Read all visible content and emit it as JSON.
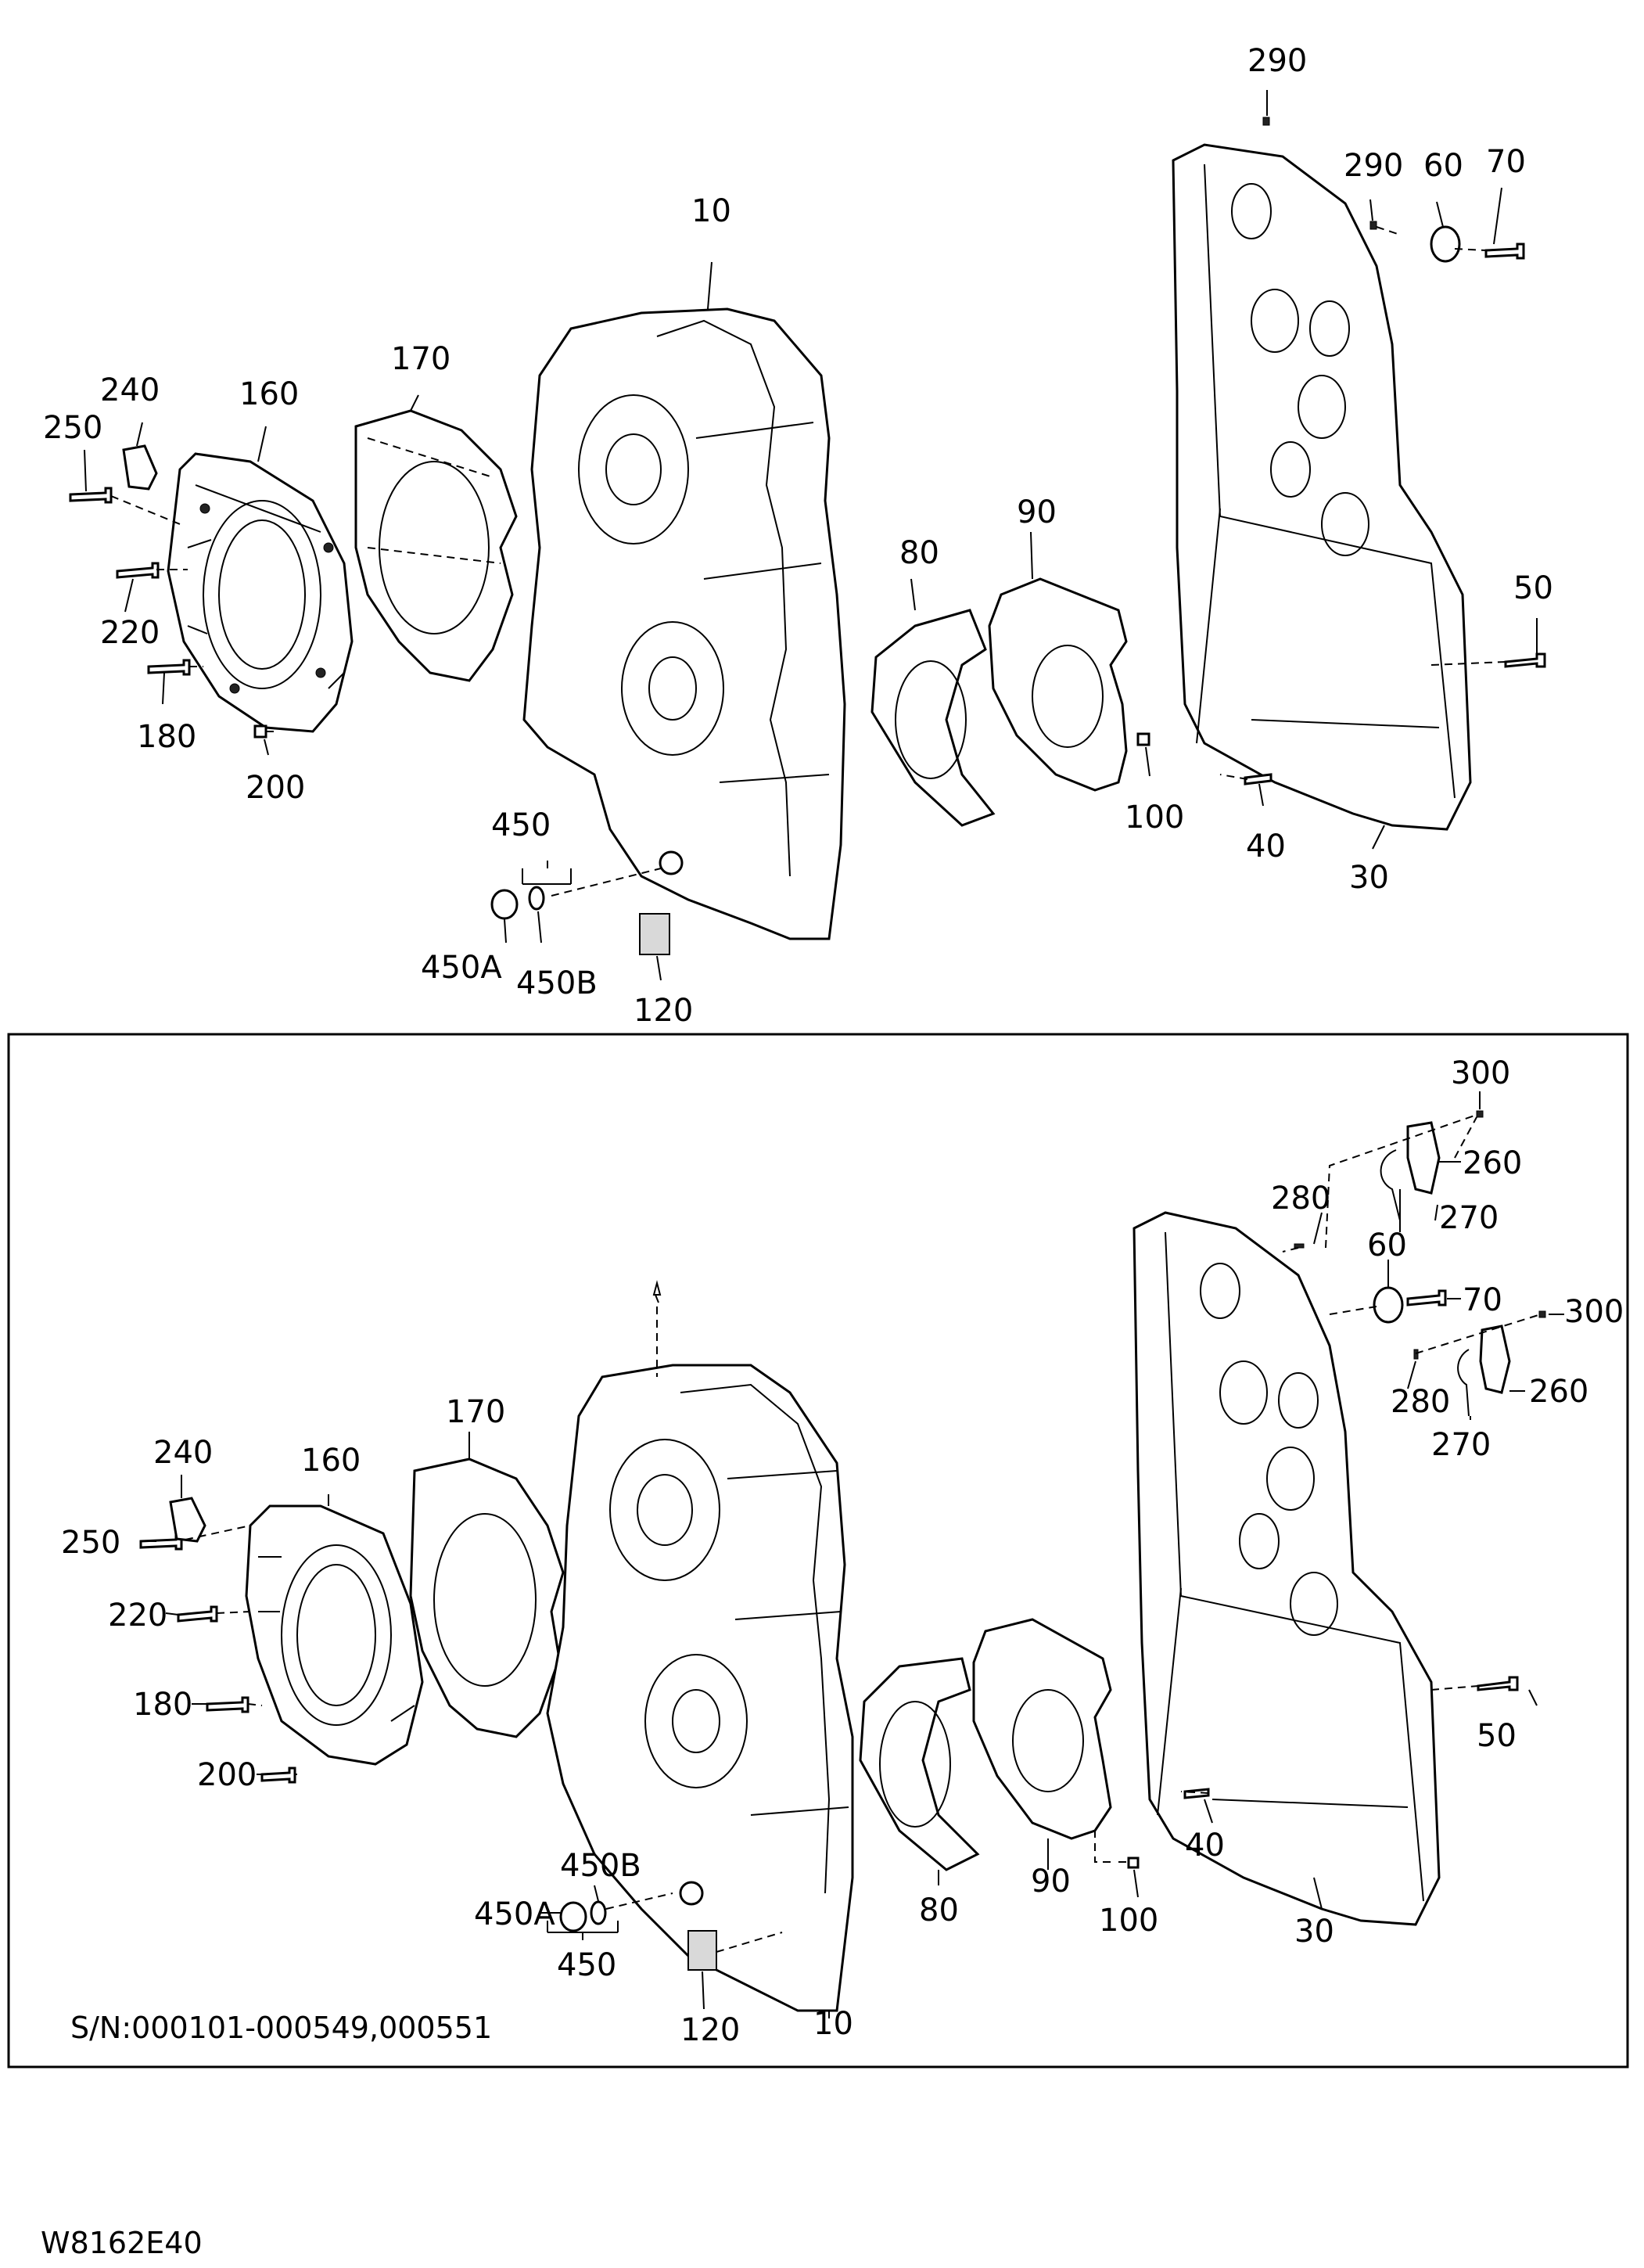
{
  "top_labels": {
    "p290a": "290",
    "p290b": "290",
    "p60": "60",
    "p70": "70",
    "p10": "10",
    "p170": "170",
    "p240": "240",
    "p160": "160",
    "p250": "250",
    "p220": "220",
    "p180": "180",
    "p200": "200",
    "p80": "80",
    "p90": "90",
    "p50": "50",
    "p100": "100",
    "p40": "40",
    "p30": "30",
    "p450": "450",
    "p450a": "450A",
    "p450b": "450B",
    "p120": "120"
  },
  "inset_labels": {
    "p300a": "300",
    "p260a": "260",
    "p280a": "280",
    "p270a": "270",
    "p60": "60",
    "p70": "70",
    "p300b": "300",
    "p280b": "280",
    "p260b": "260",
    "p270b": "270",
    "p170": "170",
    "p240": "240",
    "p160": "160",
    "p250": "250",
    "p220": "220",
    "p180": "180",
    "p200": "200",
    "p450b": "450B",
    "p450a": "450A",
    "p450": "450",
    "p80": "80",
    "p90": "90",
    "p100": "100",
    "p40": "40",
    "p50": "50",
    "p30": "30",
    "p120": "120",
    "p10": "10"
  },
  "inset_serial": "S/N:000101-000549,000551",
  "drawing_code": "W8162E40"
}
